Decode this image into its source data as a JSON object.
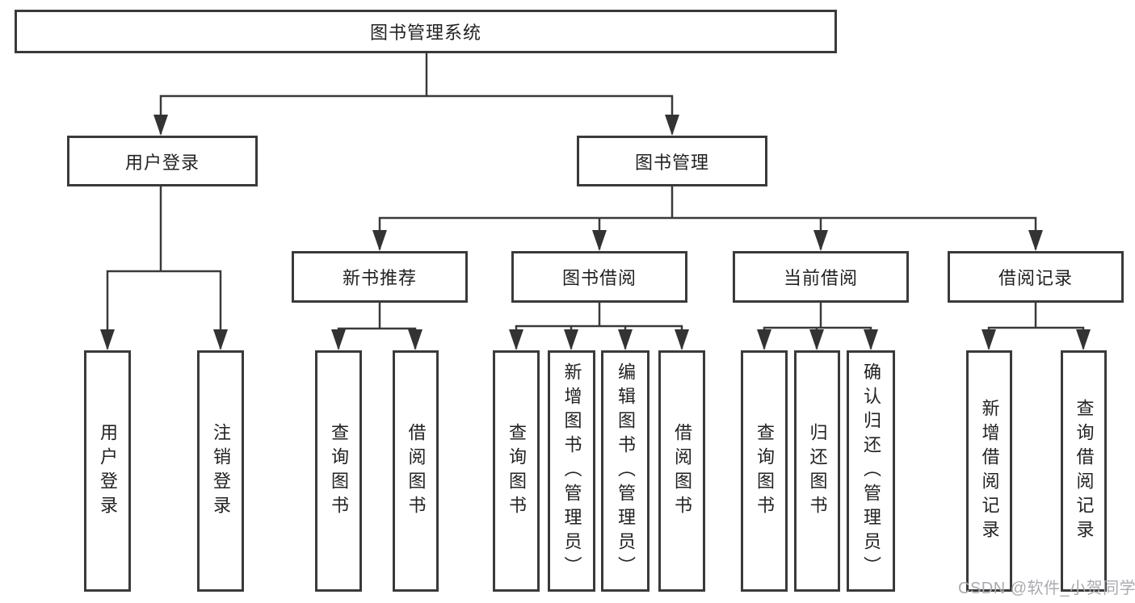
{
  "colors": {
    "line": "#3a3a3a",
    "box_border": "#3a3a3a",
    "arrow": "#333333",
    "text": "#222222",
    "watermark": "#a9abb0",
    "background": "#ffffff"
  },
  "nodes": {
    "root": "图书管理系统",
    "l2": [
      "用户登录",
      "图书管理"
    ],
    "login_children": [
      "用户登录",
      "注销登录"
    ],
    "sections": [
      {
        "label": "新书推荐",
        "children": [
          "查询图书",
          "借阅图书"
        ]
      },
      {
        "label": "图书借阅",
        "children": [
          "查询图书",
          "新增图书（管理员）",
          "编辑图书（管理员）",
          "借阅图书"
        ]
      },
      {
        "label": "当前借阅",
        "children": [
          "查询图书",
          "归还图书",
          "确认归还（管理员）"
        ]
      },
      {
        "label": "借阅记录",
        "children": [
          "新增借阅记录",
          "查询借阅记录"
        ]
      }
    ]
  },
  "watermark": "CSDN @软件_小贺同学"
}
